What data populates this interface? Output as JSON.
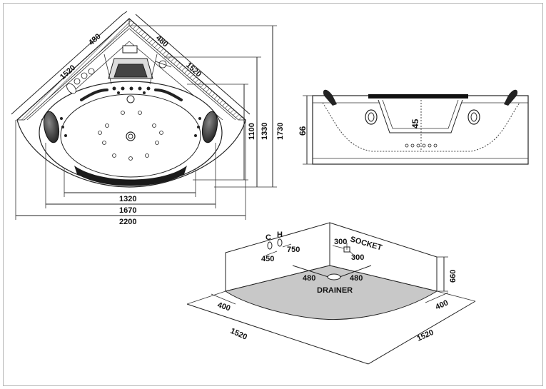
{
  "top_view": {
    "dim_left_arm": "1520",
    "dim_left_end": "480",
    "dim_right_end": "480",
    "dim_right_arm": "1520",
    "dim_h_inner": "1320",
    "dim_h_mid": "1670",
    "dim_h_outer": "2200",
    "dim_v_inner": "1100",
    "dim_v_mid": "1330",
    "dim_v_outer": "1730"
  },
  "side_view": {
    "dim_height": "66",
    "dim_seat": "45"
  },
  "install_view": {
    "label_cold": "C",
    "label_hot": "H",
    "dim_tap_height": "450",
    "dim_tap_offset": "750",
    "dim_socket_a": "300",
    "dim_socket_b": "300",
    "label_socket": "SOCKET",
    "dim_drain_left": "480",
    "dim_drain_right": "480",
    "label_drainer": "DRAINER",
    "dim_wall_height": "660",
    "dim_left_400": "400",
    "dim_right_400": "400",
    "dim_left_1520": "1520",
    "dim_right_1520": "1520"
  },
  "colors": {
    "line": "#222222",
    "floor_fill": "#c8c8c8",
    "frame_border": "#b5b5b5"
  }
}
